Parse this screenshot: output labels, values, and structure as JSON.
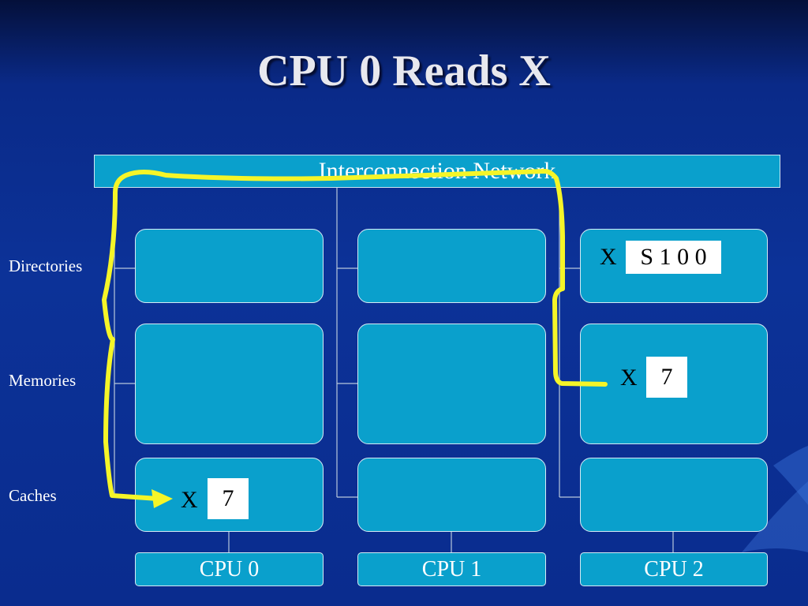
{
  "title": "CPU 0 Reads X",
  "network": {
    "label": "Interconnection Network"
  },
  "rows": {
    "directories": "Directories",
    "memories": "Memories",
    "caches": "Caches"
  },
  "cpus": [
    {
      "label": "CPU 0"
    },
    {
      "label": "CPU 1"
    },
    {
      "label": "CPU 2"
    }
  ],
  "directory_entry": {
    "name": "X",
    "value": "S 1 0 0"
  },
  "memory_entry": {
    "name": "X",
    "value": "7"
  },
  "cache_entry": {
    "name": "X",
    "value": "7"
  },
  "colors": {
    "background": "#0c3298",
    "box_fill": "#0aa0cc",
    "path_highlight": "#f5f528"
  }
}
